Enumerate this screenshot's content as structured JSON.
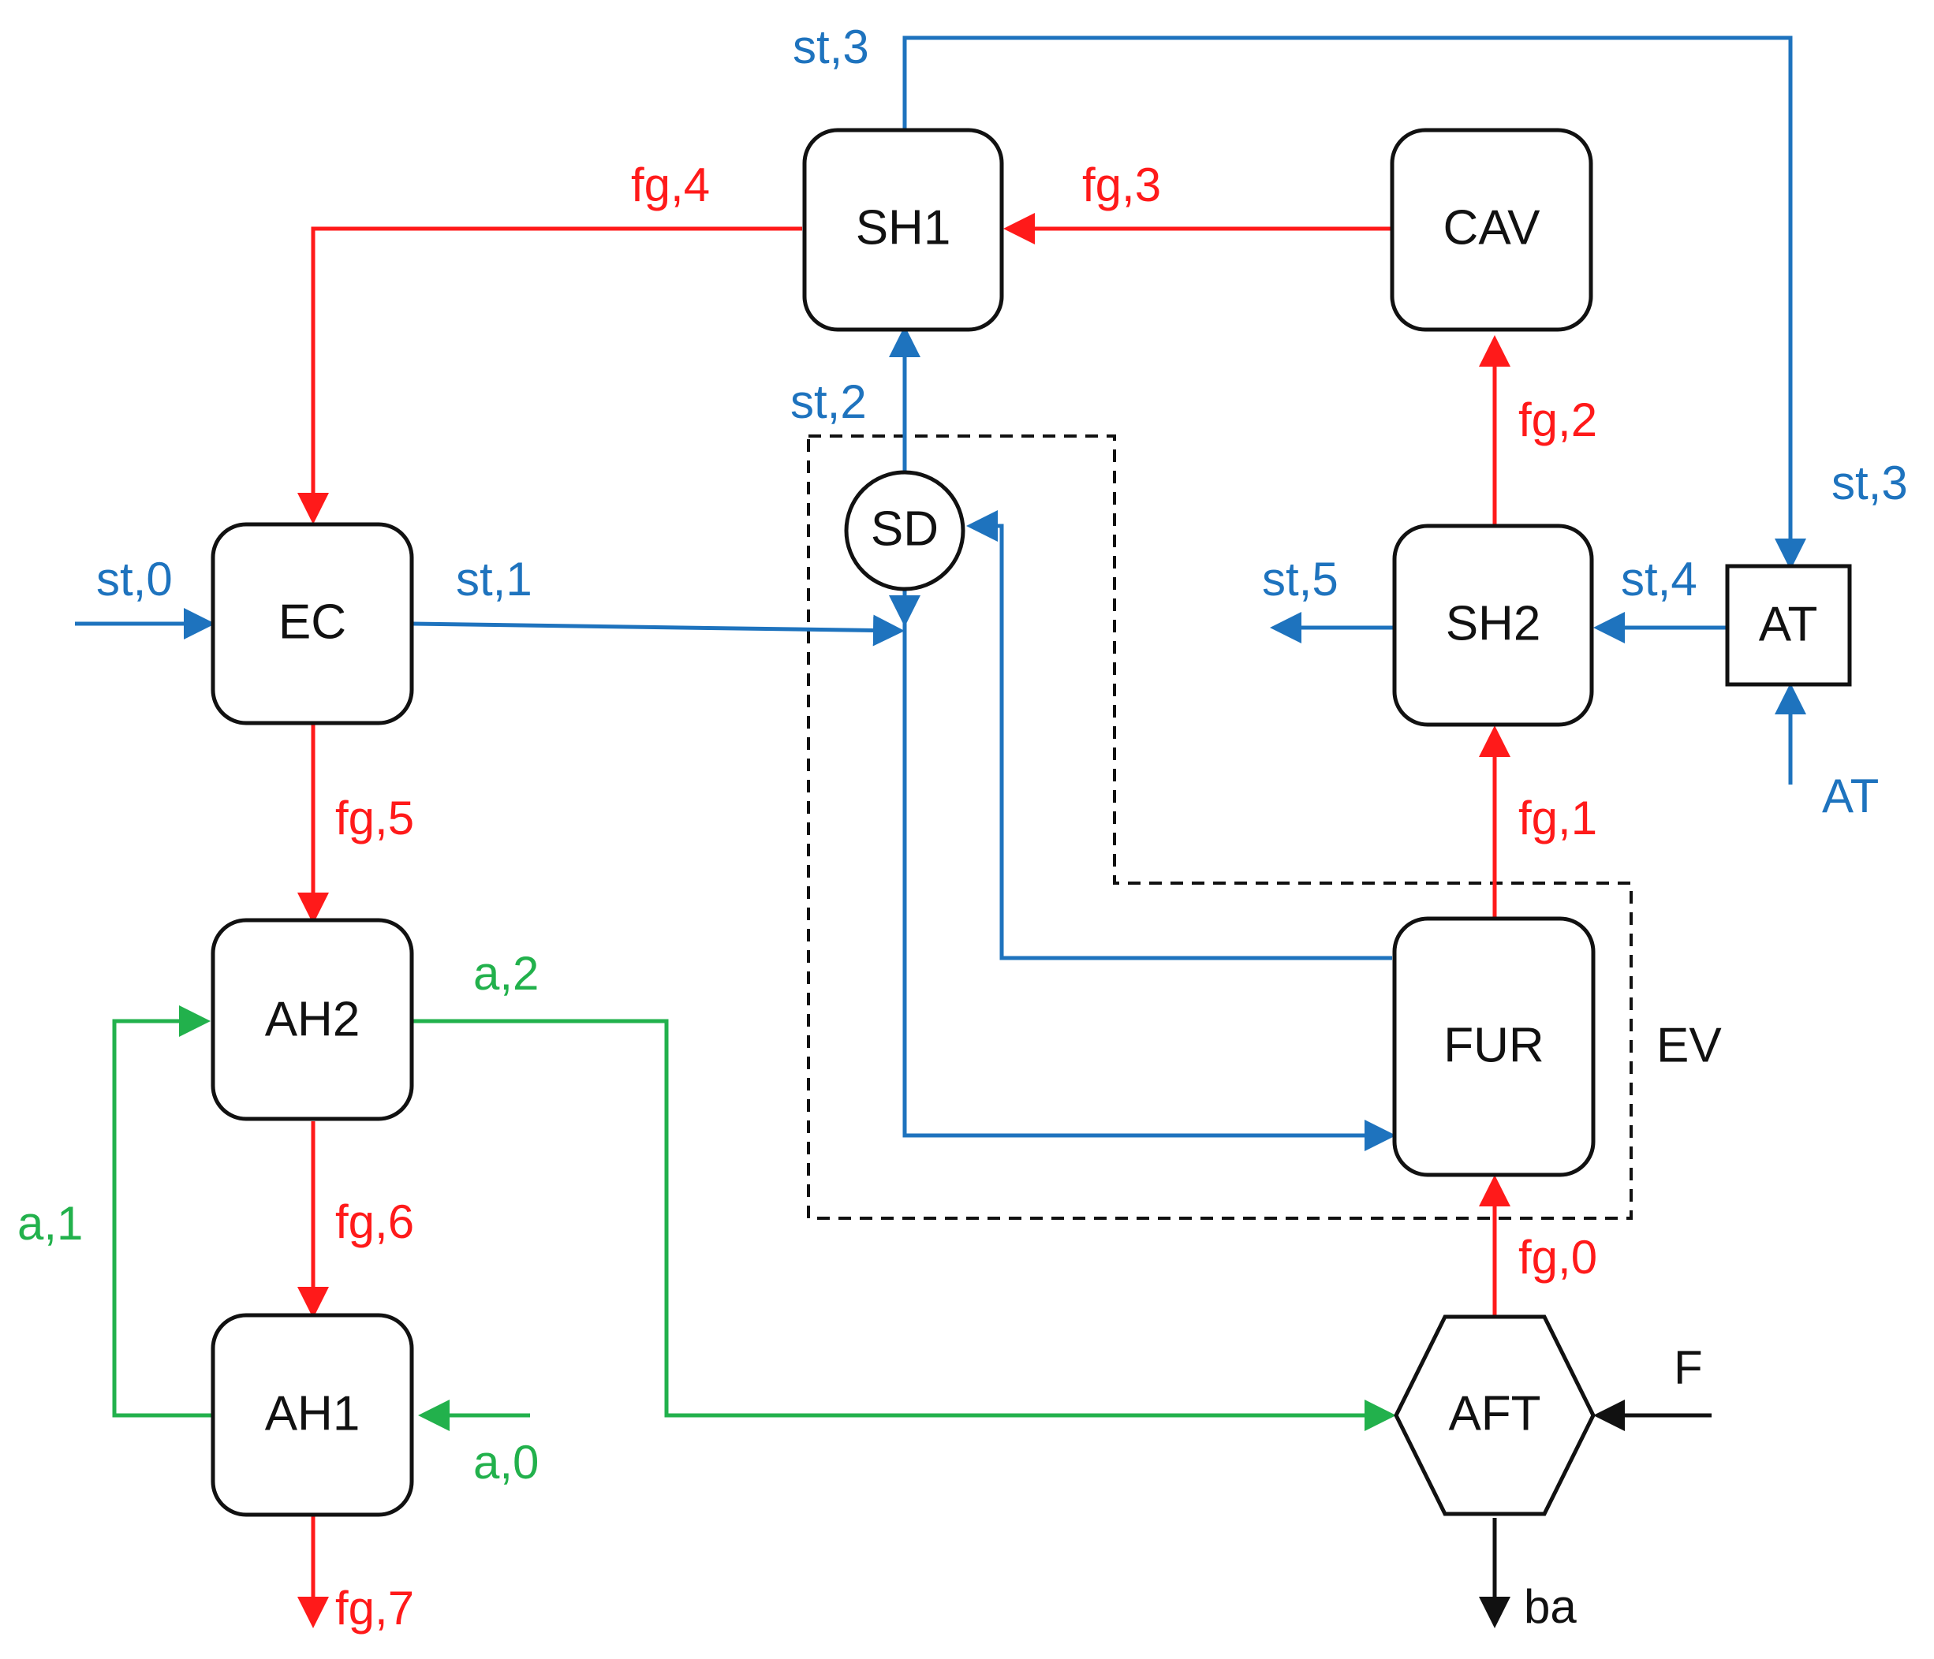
{
  "colors": {
    "steam": "#1E73BE",
    "flue_gas": "#FF1A1A",
    "air": "#22B14C",
    "black": "#111111"
  },
  "nodes": {
    "sh1": "SH1",
    "cav": "CAV",
    "sd": "SD",
    "ec": "EC",
    "sh2": "SH2",
    "at": "AT",
    "ah2": "AH2",
    "ah1": "AH1",
    "fur": "FUR",
    "aft": "AFT"
  },
  "boundary_label": "EV",
  "labels": {
    "st3_top": "st,3",
    "st3_right": "st,3",
    "st2": "st,2",
    "st0": "st,0",
    "st1": "st,1",
    "st5": "st,5",
    "st4": "st,4",
    "at_input": "AT",
    "fg0": "fg,0",
    "fg1": "fg,1",
    "fg2": "fg,2",
    "fg3": "fg,3",
    "fg4": "fg,4",
    "fg5": "fg,5",
    "fg6": "fg,6",
    "fg7": "fg,7",
    "a0": "a,0",
    "a1": "a,1",
    "a2": "a,2",
    "fuel": "F",
    "bottom_ash": "ba"
  }
}
